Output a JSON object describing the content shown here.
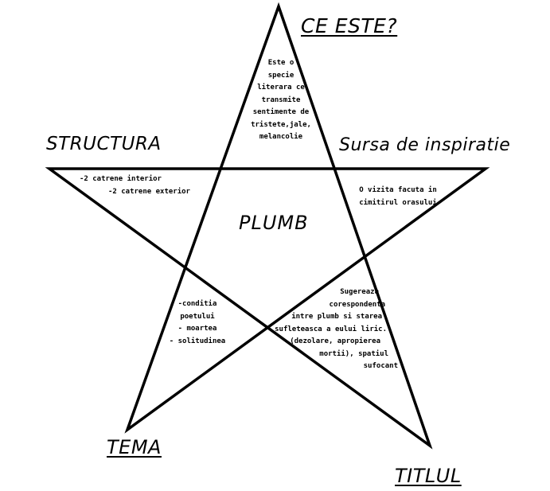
{
  "colors": {
    "background": "#ffffff",
    "ink": "#000000"
  },
  "headings": {
    "ce_este": "CE ESTE?",
    "structura": "STRUCTURA",
    "sursa": "Sursa de inspiratie",
    "tema": "TEMA",
    "titlul": "TITLUL"
  },
  "center": {
    "title": "PLUMB"
  },
  "notes": {
    "ce_este": [
      "Este o",
      "specie",
      "literara ce",
      "transmite",
      "sentimente de",
      "tristete,jale,",
      "melancolie"
    ],
    "structura": [
      "-2 catrene interior",
      "-2 catrene exterior"
    ],
    "sursa": [
      "O vizita facuta in",
      "cimitirul orasului"
    ],
    "tema": [
      "-conditia",
      "poetului",
      "- moartea",
      "- solitudinea"
    ],
    "titlul": [
      "Sugereaza",
      "corespondenta",
      "intre plumb si starea",
      "sufleteasca a eului liric.",
      "(dezolare, apropierea",
      "mortii), spatiul",
      "sufocant"
    ]
  }
}
